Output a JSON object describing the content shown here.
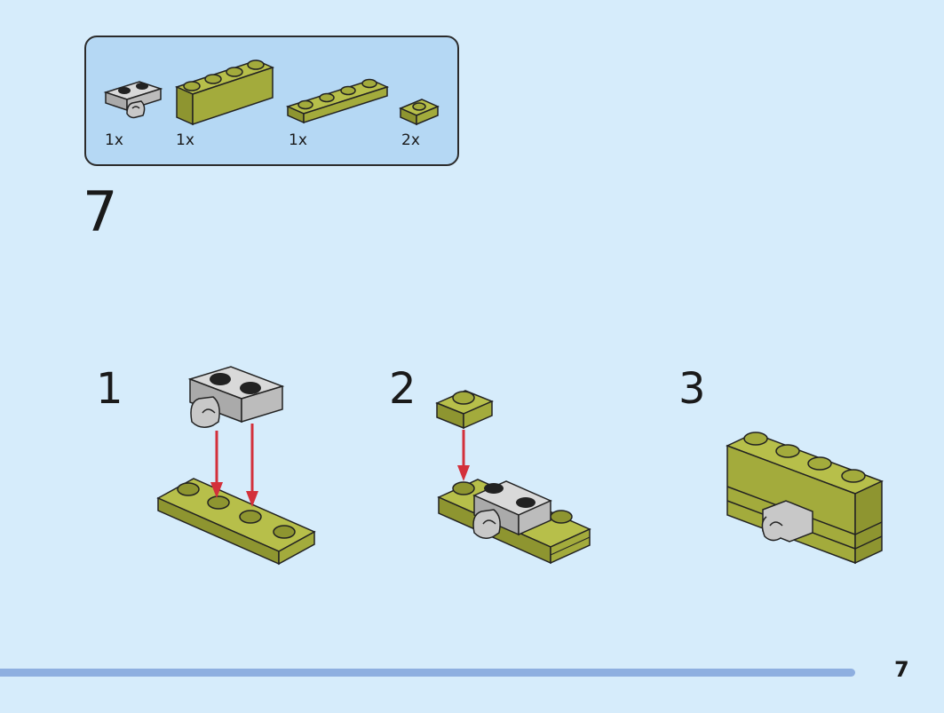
{
  "parts_list": {
    "items": [
      {
        "name": "gray-clip-plate",
        "qty": "1x"
      },
      {
        "name": "olive-brick-1x4",
        "qty": "1x"
      },
      {
        "name": "olive-plate-1x4",
        "qty": "1x"
      },
      {
        "name": "olive-plate-1x1",
        "qty": "2x"
      }
    ]
  },
  "step": {
    "number": "7"
  },
  "substeps": [
    {
      "number": "1"
    },
    {
      "number": "2"
    },
    {
      "number": "3"
    }
  ],
  "page": {
    "number": "7"
  },
  "colors": {
    "background": "#d6ecfb",
    "parts_panel": "#b5d8f4",
    "olive": "#a3ab3c",
    "gray": "#c2c2c2",
    "arrow": "#d3303b",
    "footer_bar": "#8eafe0"
  },
  "icons": [
    "gray-clip-plate-icon",
    "olive-brick-icon",
    "olive-plate-icon",
    "olive-tile-icon",
    "down-arrow-icon"
  ]
}
